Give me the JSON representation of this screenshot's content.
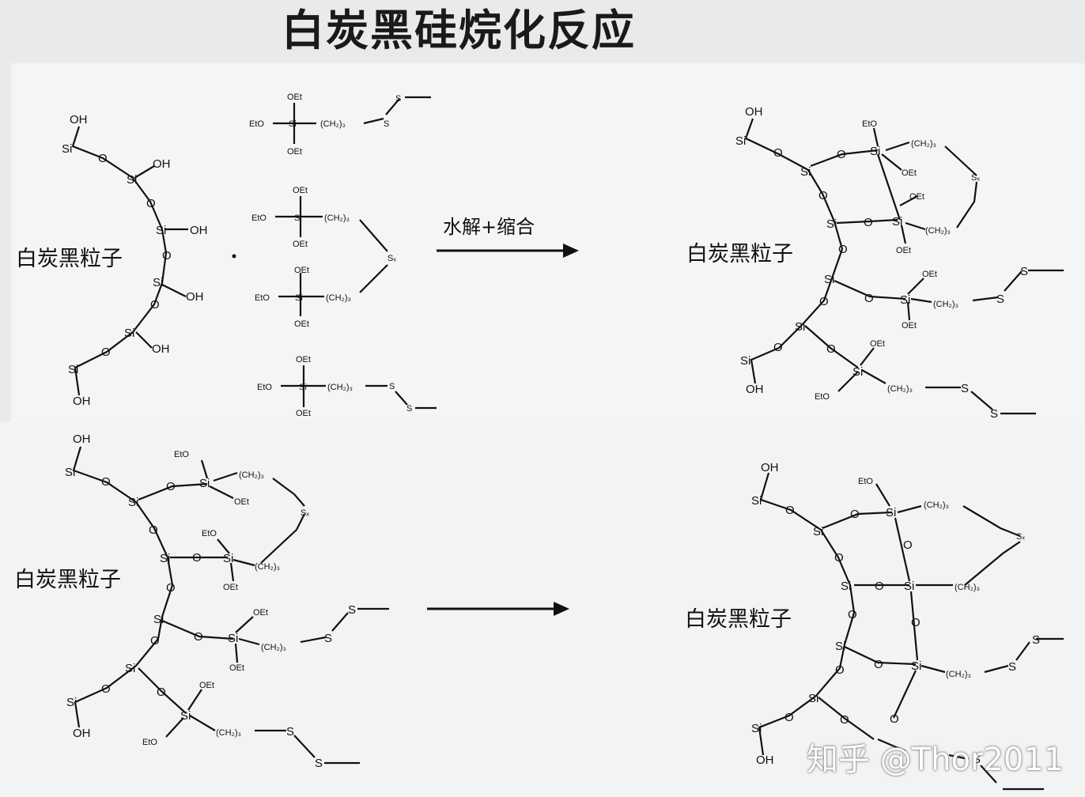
{
  "title": "白炭黑硅烷化反应",
  "particle_label": "白炭黑粒子",
  "arrow_label": "水解+缩合",
  "atoms": {
    "si": "Si",
    "oh": "OH",
    "o": "O",
    "oet": "OEt",
    "eto": "EtO",
    "ch2": "(CH₂)₃",
    "s": "S",
    "sx": "Sₓ"
  },
  "watermark": "知乎 @Thor2011"
}
